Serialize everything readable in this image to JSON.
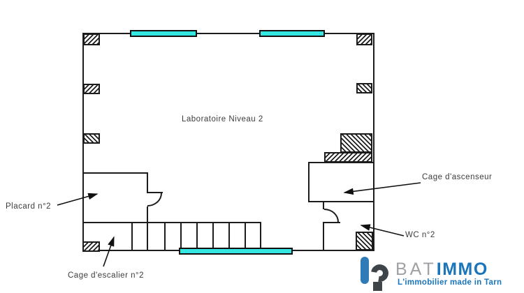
{
  "plan": {
    "title": "Laboratoire Niveau 2",
    "labels": {
      "placard": "Placard n°2",
      "escalier": "Cage d'escalier n°2",
      "ascenseur": "Cage d'ascenseur",
      "wc": "WC n°2"
    },
    "colors": {
      "wall": "#1c1c1c",
      "window_glass": "#35e7e3",
      "label_text": "#3c3c3c"
    }
  },
  "logo": {
    "brand_gray": "BAT",
    "brand_blue": "IMMO",
    "tagline": "L'immobilier made in Tarn",
    "colors": {
      "blue": "#1b75bb",
      "gray": "#9fa1a4",
      "icon_dark": "#3f4449",
      "icon_blue": "#2e7bb8"
    }
  }
}
